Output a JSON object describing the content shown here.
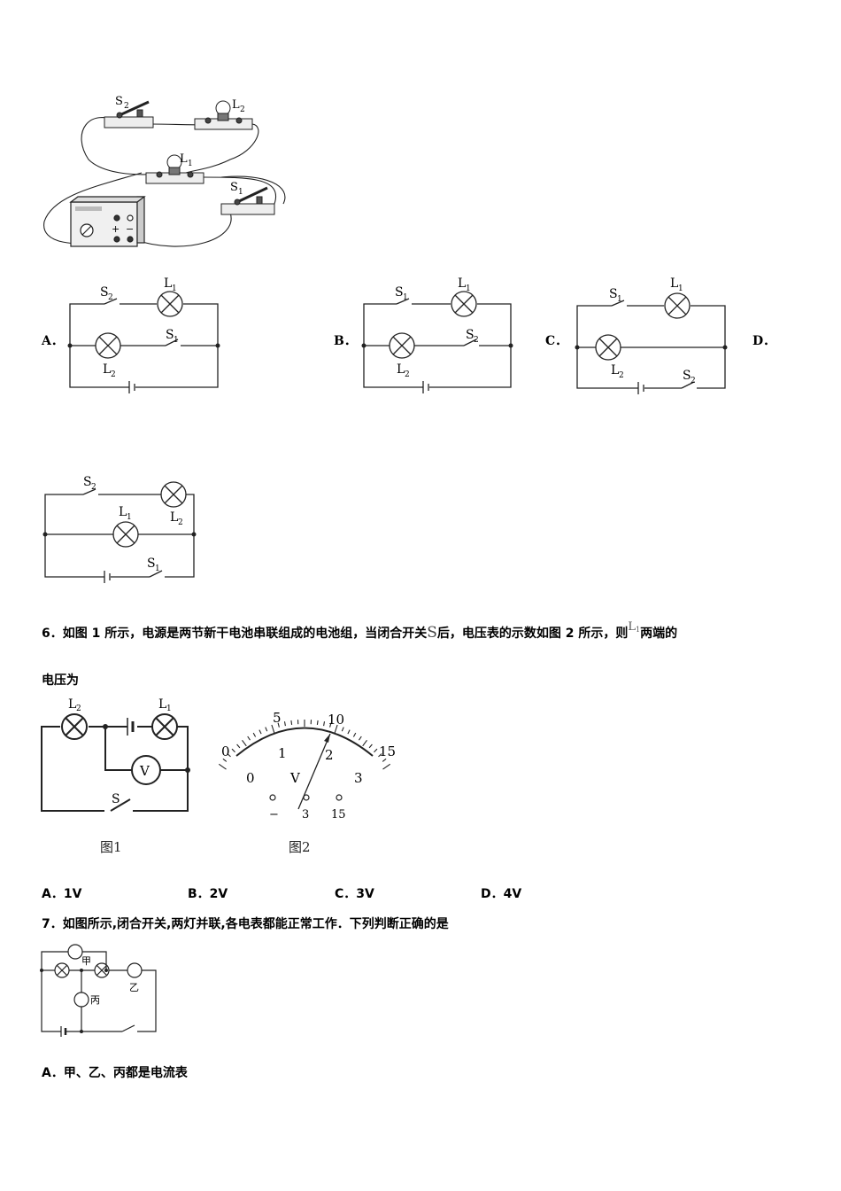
{
  "q5": {
    "photo_labels": {
      "s2": "S",
      "s2_sub": "2",
      "l2": "L",
      "l2_sub": "2",
      "l1": "L",
      "l1_sub": "1",
      "s1": "S",
      "s1_sub": "1",
      "psu_plus": "+",
      "psu_minus": "−"
    },
    "options": {
      "a": "A．",
      "b": "B．",
      "c": "C．",
      "d": "D．"
    },
    "circuit_labels": {
      "s": "S",
      "l": "L",
      "one": "1",
      "two": "2"
    }
  },
  "q6": {
    "text_before": "6．如图 1 所示，电源是两节新干电池串联组成的电池组，当闭合开关",
    "symbol_s": "S",
    "text_middle": "后，电压表的示数如图 2 所示，则",
    "symbol_l": "L",
    "symbol_l_sub": "1",
    "text_after": "两端的",
    "text_line2": "电压为",
    "fig1": {
      "l2": "L",
      "l2_sub": "2",
      "l1": "L",
      "l1_sub": "1",
      "meter": "V",
      "switch": "S",
      "caption": "图1"
    },
    "fig2": {
      "upper_scale": [
        "0",
        "5",
        "10",
        "15"
      ],
      "lower_scale": [
        "0",
        "1",
        "2",
        "3"
      ],
      "unit": "V",
      "terminals": [
        "−",
        "3",
        "15"
      ],
      "caption": "图2"
    },
    "answers": [
      "A．1V",
      "B．2V",
      "C．3V",
      "D．4V"
    ]
  },
  "q7": {
    "text": "7．如图所示,闭合开关,两灯并联,各电表都能正常工作．下列判断正确的是",
    "labels": {
      "jia": "甲",
      "yi": "乙",
      "bing": "丙"
    },
    "answer_a": "A．甲、乙、丙都是电流表"
  }
}
